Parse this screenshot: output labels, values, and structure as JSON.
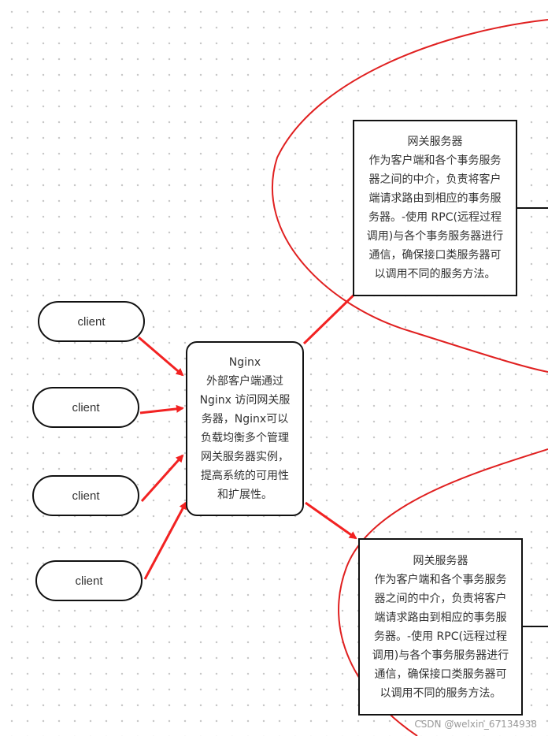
{
  "clients": [
    {
      "label": "client"
    },
    {
      "label": "client"
    },
    {
      "label": "client"
    },
    {
      "label": "client"
    }
  ],
  "nginx": {
    "lines": [
      "Nginx",
      "外部客户端通过",
      "Nginx 访问网关服",
      "务器，Nginx可以",
      "负载均衡多个管理",
      "网关服务器实例，",
      "提高系统的可用性",
      "和扩展性。"
    ]
  },
  "gateway_top": {
    "lines": [
      "网关服务器",
      "作为客户端和各个事务服务",
      "器之间的中介，负责将客户",
      "端请求路由到相应的事务服",
      "务器。-使用 RPC(远程过程",
      "调用)与各个事务服务器进行",
      "通信，确保接口类服务器可",
      "以调用不同的服务方法。"
    ]
  },
  "gateway_bottom": {
    "lines": [
      "网关服务器",
      "作为客户端和各个事务服务",
      "器之间的中介，负责将客户",
      "端请求路由到相应的事务服",
      "务器。-使用 RPC(远程过程",
      "调用)与各个事务服务器进行",
      "通信，确保接口类服务器可",
      "以调用不同的服务方法。"
    ]
  },
  "watermark": "CSDN @weixin_67134938",
  "colors": {
    "arrow": "#f22222",
    "annotation": "#e02020",
    "border": "#111111",
    "text": "#333333"
  }
}
